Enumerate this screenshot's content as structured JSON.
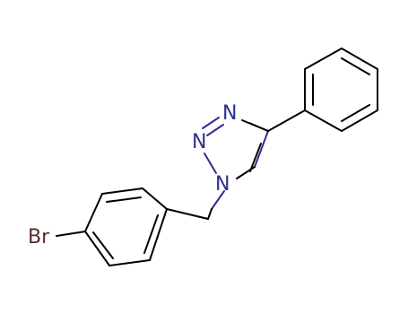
{
  "molecule": {
    "atoms": {
      "n1": "N",
      "n2": "N",
      "n3": "N",
      "br": "Br"
    },
    "colors": {
      "bond": "#000000",
      "nitrogen": "#2e2e8f",
      "bromine": "#5a2a2a",
      "background": "#ffffff"
    }
  }
}
